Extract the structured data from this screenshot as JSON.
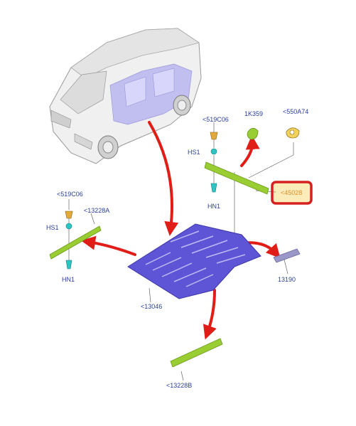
{
  "labels": {
    "clip_top_right": "<519C06",
    "hs1_top_right": "HS1",
    "hn1_top_right": "HN1",
    "part_1k359": "1K359",
    "part_550a74": "<550A74",
    "part_45028": "<45028",
    "clip_left": "<519C06",
    "hs1_left": "HS1",
    "hn1_left": "HN1",
    "part_13228a": "<13228A",
    "part_13046": "<13046",
    "part_13190": "13190",
    "part_13228b": "<13228B"
  },
  "colors": {
    "floor_panel": "#5d55d6",
    "rail": "#9acd32",
    "arrow": "#e11d17",
    "label": "#2a3f9a",
    "highlight_box": "#d62020",
    "highlight_fill": "#f3c93a"
  }
}
